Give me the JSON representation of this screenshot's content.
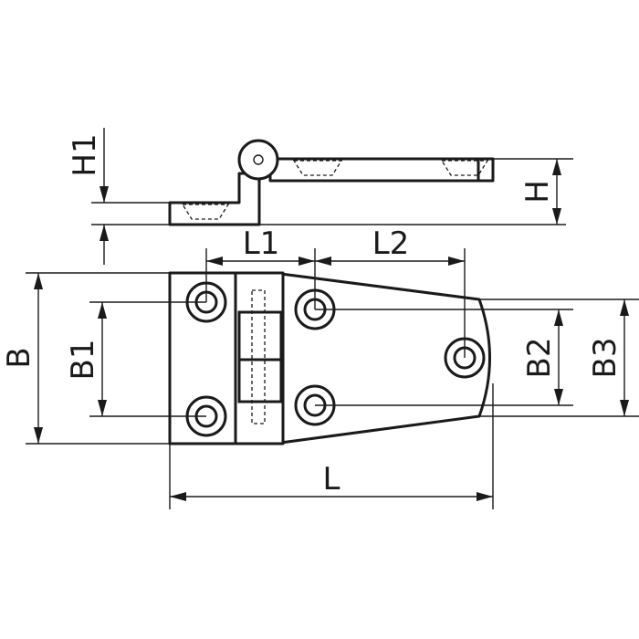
{
  "labels": {
    "h1": "H1",
    "h": "H",
    "l1": "L1",
    "l2": "L2",
    "b": "B",
    "b1": "B1",
    "b2": "B2",
    "b3": "B3",
    "l": "L"
  },
  "colors": {
    "line": "#1a1a1a",
    "background": "#ffffff"
  }
}
